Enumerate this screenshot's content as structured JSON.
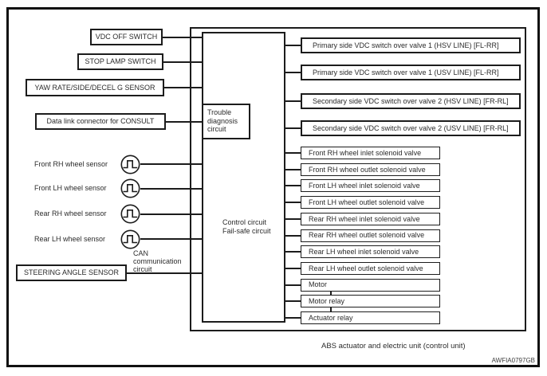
{
  "figure": {
    "caption": "ABS actuator and electric unit (control unit)",
    "figure_id": "AWFIA0797GB",
    "colors": {
      "line": "#1c1c1c",
      "text": "#2b2b2b",
      "background": "#ffffff"
    },
    "inputs": [
      {
        "label": "VDC OFF SWITCH"
      },
      {
        "label": "STOP LAMP SWITCH"
      },
      {
        "label": "YAW RATE/SIDE/DECEL G SENSOR"
      },
      {
        "label": "Data link connector for CONSULT"
      },
      {
        "label": "STEERING ANGLE SENSOR"
      }
    ],
    "wheel_sensors": [
      {
        "label": "Front RH wheel sensor",
        "icon": "wheel-speed-pulse-icon"
      },
      {
        "label": "Front LH wheel sensor",
        "icon": "wheel-speed-pulse-icon"
      },
      {
        "label": "Rear RH wheel sensor",
        "icon": "wheel-speed-pulse-icon"
      },
      {
        "label": "Rear LH wheel sensor",
        "icon": "wheel-speed-pulse-icon"
      }
    ],
    "can_circuit": {
      "lines": [
        "CAN",
        "communication",
        "circuit"
      ]
    },
    "control_unit": {
      "trouble_circuit": {
        "lines": [
          "Trouble",
          "diagnosis",
          "circuit"
        ]
      },
      "main_circuit": {
        "lines": [
          "Control circuit",
          "Fail-safe circuit"
        ]
      }
    },
    "outputs": [
      {
        "label": "Primary side VDC switch over valve 1 (HSV LINE) [FL-RR]",
        "size": "wide"
      },
      {
        "label": "Primary side VDC switch over valve 1 (USV LINE) [FL-RR]",
        "size": "wide"
      },
      {
        "label": "Secondary side VDC switch over valve 2 (HSV LINE) [FR-RL]",
        "size": "wide"
      },
      {
        "label": "Secondary side VDC switch over valve 2 (USV LINE) [FR-RL]",
        "size": "wide"
      },
      {
        "label": "Front RH wheel inlet solenoid valve",
        "size": "narrow"
      },
      {
        "label": "Front RH wheel outlet solenoid valve",
        "size": "narrow"
      },
      {
        "label": "Front LH wheel inlet solenoid valve",
        "size": "narrow"
      },
      {
        "label": "Front LH wheel outlet solenoid valve",
        "size": "narrow"
      },
      {
        "label": "Rear RH wheel inlet solenoid valve",
        "size": "narrow"
      },
      {
        "label": "Rear RH wheel outlet solenoid valve",
        "size": "narrow"
      },
      {
        "label": "Rear LH wheel inlet solenoid valve",
        "size": "narrow"
      },
      {
        "label": "Rear LH wheel outlet solenoid valve",
        "size": "narrow"
      },
      {
        "label": "Motor",
        "size": "narrow"
      },
      {
        "label": "Motor relay",
        "size": "narrow"
      },
      {
        "label": "Actuator relay",
        "size": "narrow"
      }
    ]
  }
}
